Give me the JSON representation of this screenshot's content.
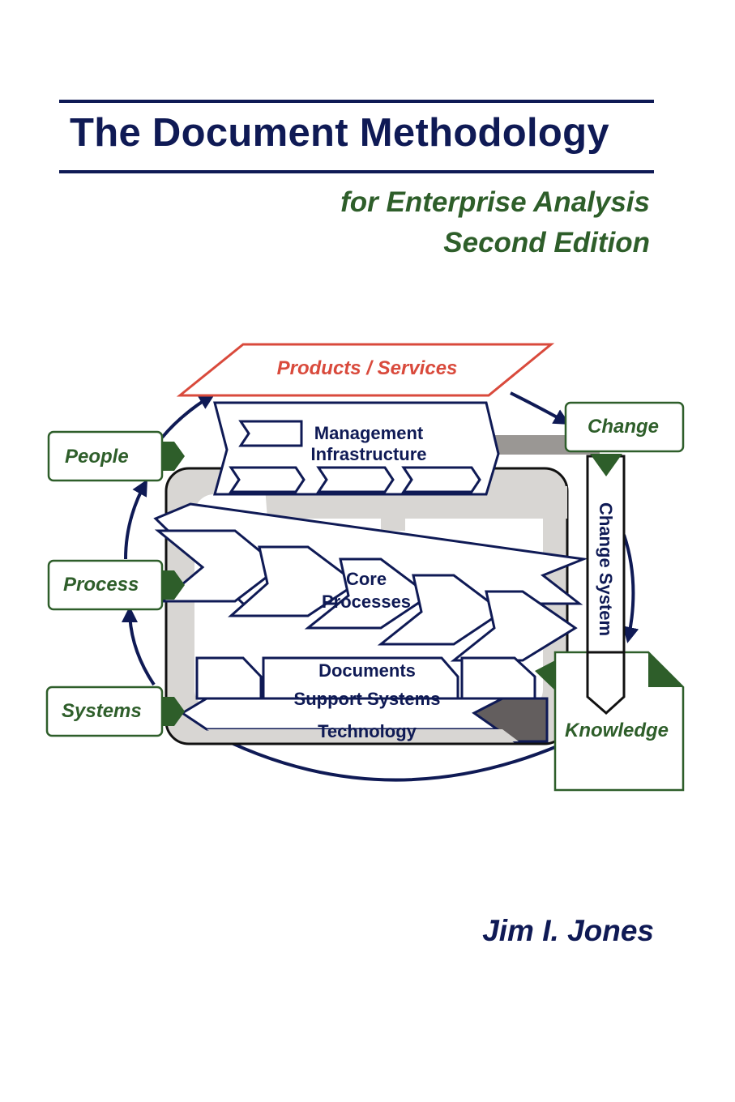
{
  "cover": {
    "title": "The Document Methodology",
    "subtitle_line1": "for Enterprise Analysis",
    "subtitle_line2": "Second Edition",
    "author": "Jim I. Jones"
  },
  "diagram": {
    "top_box": "Products / Services",
    "management": [
      "Management",
      "Infrastructure"
    ],
    "core": [
      "Core",
      "Processes"
    ],
    "support": [
      "Documents",
      "Support Systems",
      "Technology"
    ],
    "change_system": "Change System",
    "left_boxes": [
      "People",
      "Process",
      "Systems"
    ],
    "right_boxes": [
      "Change",
      "Knowledge"
    ]
  },
  "colors": {
    "navy": "#0f1a55",
    "green": "#2e5e2a",
    "red": "#d94a3c",
    "gray_light": "#d8d6d3",
    "gray_mid": "#9a9794",
    "gray_dark": "#635e5e"
  }
}
